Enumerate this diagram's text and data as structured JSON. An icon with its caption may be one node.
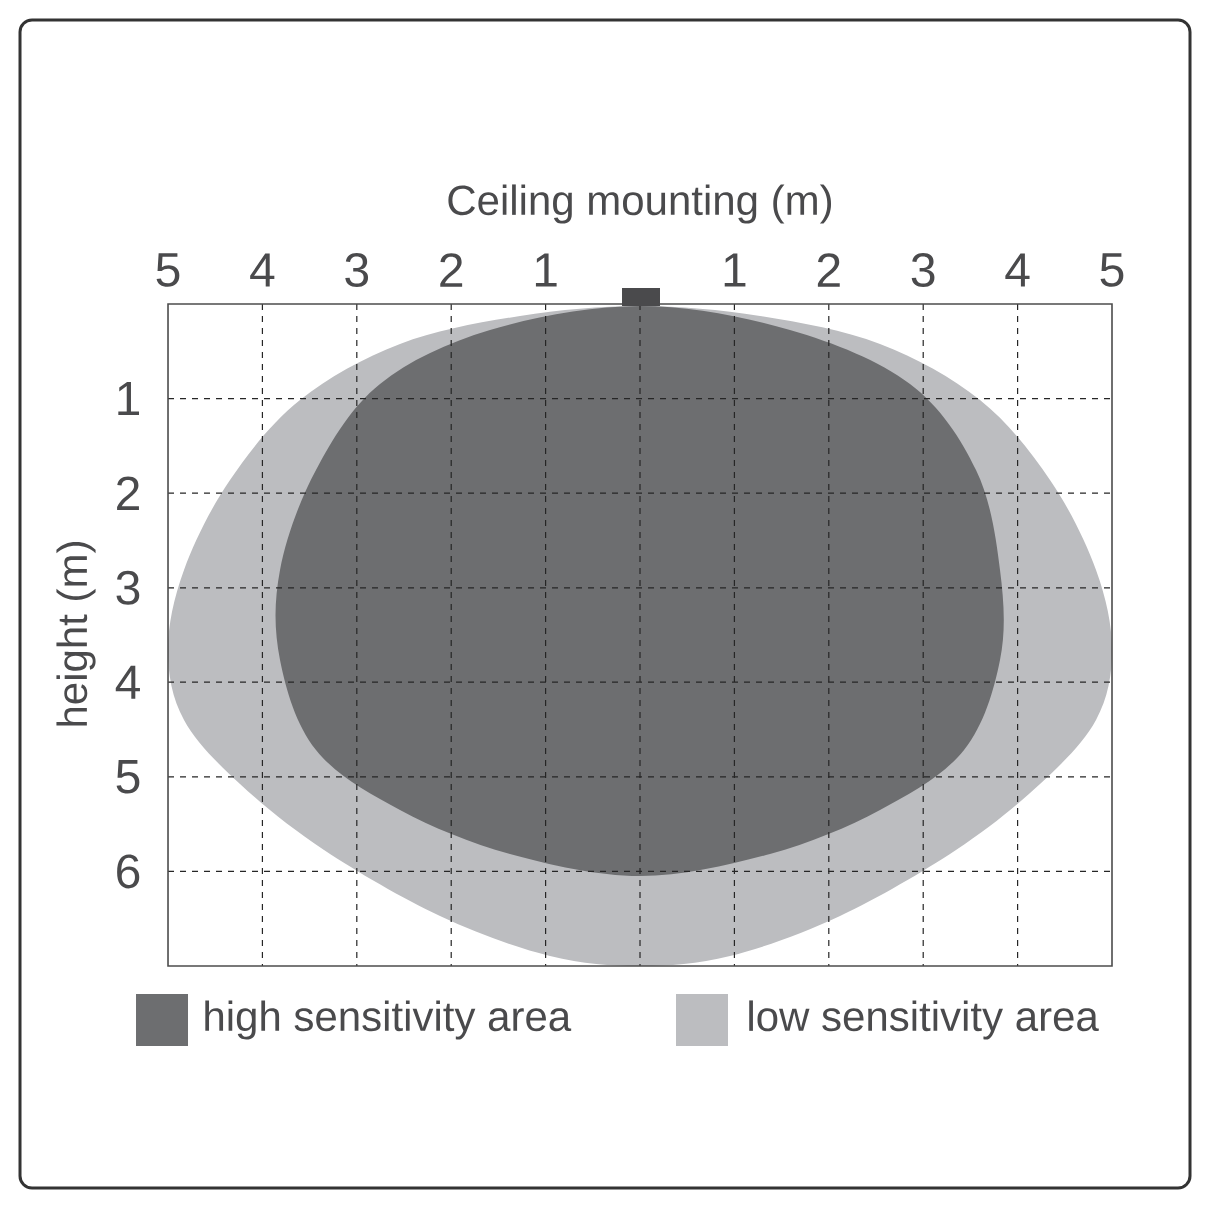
{
  "diagram": {
    "labels": [
      "Ceiling mounting (m)",
      "5",
      "4",
      "3",
      "2",
      "1",
      "1",
      "2",
      "3",
      "4",
      "5",
      "height (m)",
      "1",
      "2",
      "3",
      "4",
      "5",
      "6"
    ],
    "legend": [
      {
        "text": "high sensitivity area",
        "color": "#6d6e70"
      },
      {
        "text": "low sensitivity area",
        "color": "#bcbdc0"
      }
    ]
  }
}
